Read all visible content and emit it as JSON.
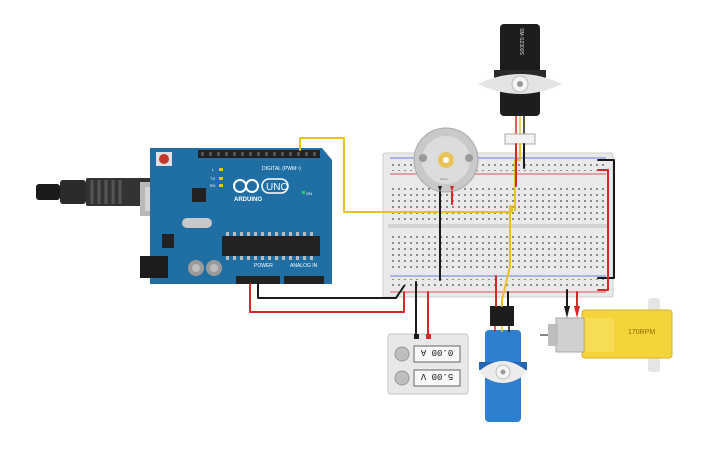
{
  "arduino": {
    "logo_text": "ARDUINO",
    "model": "UNO",
    "digital_label": "DIGITAL (PWM~)",
    "power_label": "POWER",
    "analog_label": "ANALOG IN",
    "on_label": "ON",
    "tx_label": "TX",
    "rx_label": "RX",
    "l_label": "L"
  },
  "power_supply": {
    "current_readout": "0.00 A",
    "voltage_readout": "5.00 V"
  },
  "servo_top": {
    "model": "SM-S2309S"
  },
  "gear_motor": {
    "label": "170RPM"
  },
  "dc_motor": {
    "label": "5 rpm"
  },
  "colors": {
    "arduino_board": "#1f6fa5",
    "breadboard": "#e9e9e9",
    "wire_red": "#d62828",
    "wire_black": "#1a1a1a",
    "wire_yellow": "#e6c229",
    "servo_blue": "#2f7fd1",
    "gear_motor_yellow": "#f3d43a"
  }
}
